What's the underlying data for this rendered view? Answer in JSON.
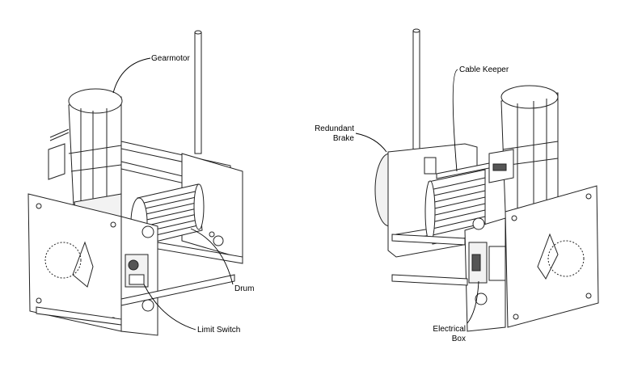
{
  "labels": {
    "gearmotor": "Gearmotor",
    "drum": "Drum",
    "limit_switch": "Limit Switch",
    "redundant_brake_line1": "Redundant",
    "redundant_brake_line2": "Brake",
    "cable_keeper": "Cable Keeper",
    "electrical_box_line1": "Electrical",
    "electrical_box_line2": "Box"
  }
}
